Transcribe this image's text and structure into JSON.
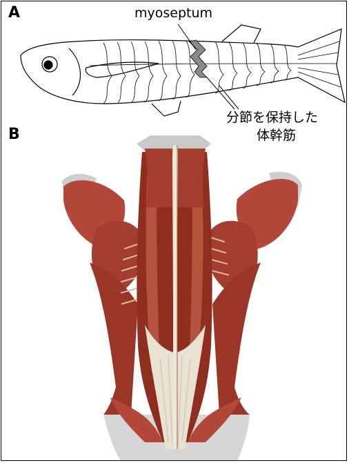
{
  "panels": {
    "a_letter": "A",
    "b_letter": "B"
  },
  "annotations": {
    "myoseptum": "myoseptum",
    "trunk_muscle_line1": "分節を保持した",
    "trunk_muscle_line2": "体幹筋"
  },
  "colors": {
    "muscle_dark": "#8e2e1f",
    "muscle_mid": "#b3473a",
    "muscle_light": "#d07a63",
    "tendon": "#e9e1d2",
    "skin_grey": "#c9c9c9",
    "myoseptum_fill": "#8a8a8a"
  }
}
